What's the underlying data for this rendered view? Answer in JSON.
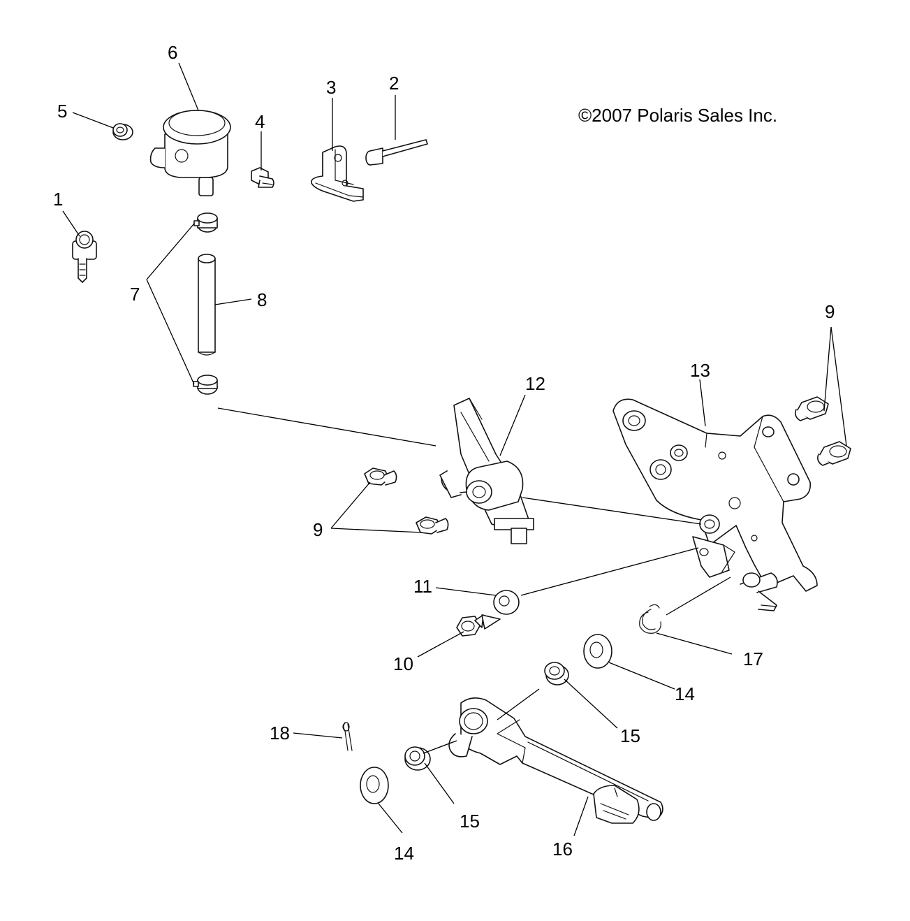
{
  "copyright": "©2007 Polaris Sales Inc.",
  "callouts": {
    "c1": "1",
    "c2": "2",
    "c3": "3",
    "c4": "4",
    "c5": "5",
    "c6": "6",
    "c7": "7",
    "c8": "8",
    "c9a": "9",
    "c9b": "9",
    "c10": "10",
    "c11": "11",
    "c12": "12",
    "c13": "13",
    "c14a": "14",
    "c14b": "14",
    "c15a": "15",
    "c15b": "15",
    "c16": "16",
    "c17": "17",
    "c18": "18"
  }
}
